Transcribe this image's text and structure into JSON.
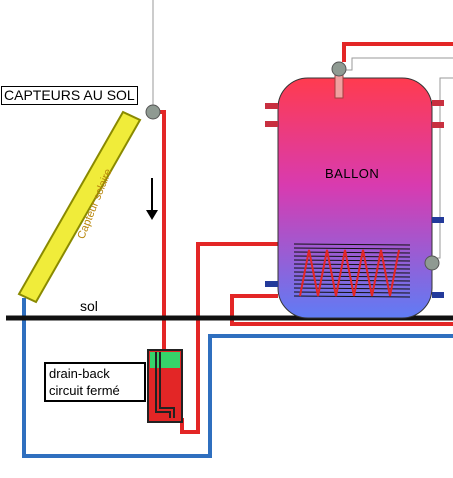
{
  "labels": {
    "capteurs_au_sol": "CAPTEURS AU SOL",
    "capteur_solaire": "Capteur solaire",
    "ballon": "BALLON",
    "sol": "sol",
    "drain_back": "drain-back circuit fermé"
  },
  "colors": {
    "hot_pipe": "#e32626",
    "cold_pipe": "#2f6fbf",
    "ground": "#111111",
    "collector_fill": "#f0ec3a",
    "collector_edge": "#8a8a00",
    "tank_top": "#ff3b4f",
    "tank_bottom": "#5f7cf5",
    "drain_red": "#e32626",
    "drain_green": "#35d46a",
    "sensor": "#8f9a92"
  }
}
